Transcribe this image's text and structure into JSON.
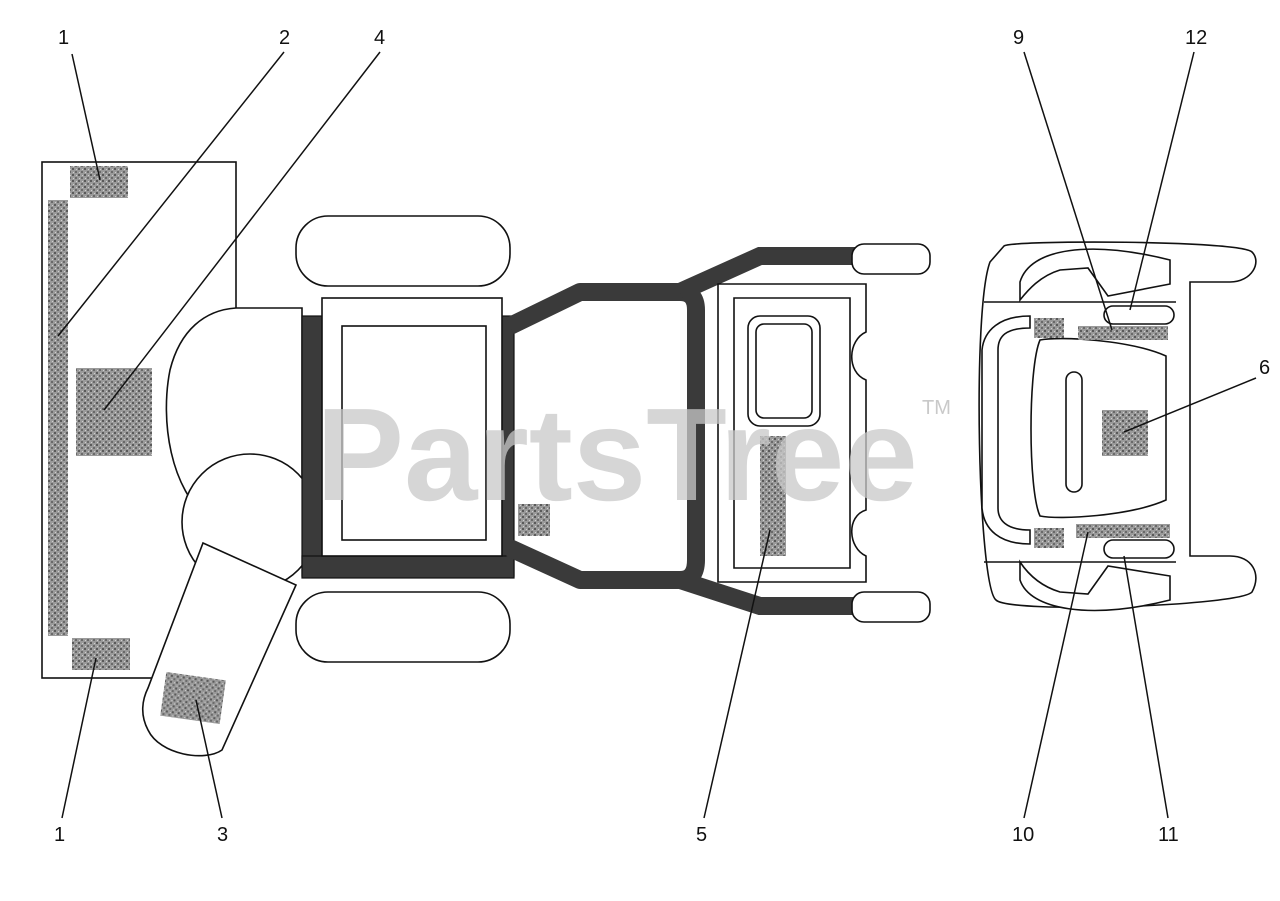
{
  "watermark": {
    "text": "PartsTree",
    "tm": "TM"
  },
  "callouts": {
    "c1_top": "1",
    "c1_bottom": "1",
    "c2": "2",
    "c3": "3",
    "c4": "4",
    "c5": "5",
    "c6": "6",
    "c9": "9",
    "c10": "10",
    "c11": "11",
    "c12": "12"
  }
}
